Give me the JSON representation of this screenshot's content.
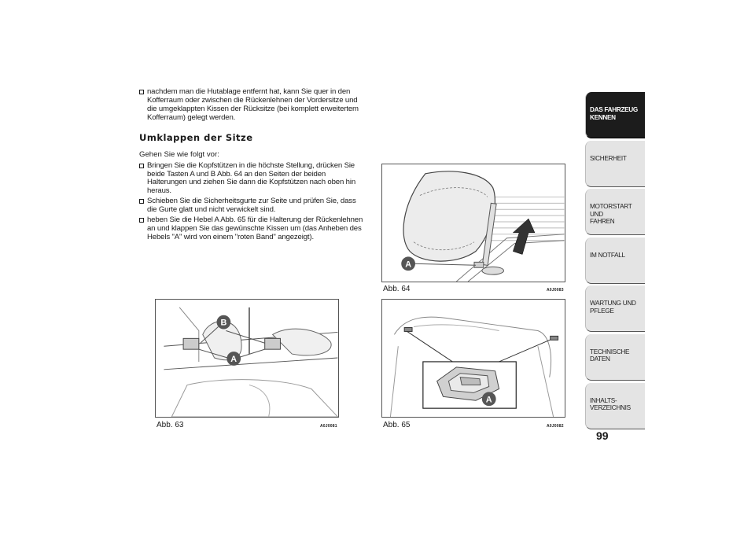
{
  "paragraphs": {
    "bullet_1": "nachdem man die Hutablage entfernt hat, kann Sie quer in den Kofferraum oder zwischen die Rückenlehnen der Vordersitze und die umgeklappten Kissen der Rücksitze (bei komplett erweitertem Kofferraum) gelegt werden.",
    "heading": "Umklappen der Sitze",
    "intro": "Gehen Sie wie folgt vor:",
    "bullet_2": "Bringen Sie die Kopfstützen in die höchste Stellung, drücken Sie beide Tasten A und B Abb. 64 an den Seiten der beiden Halterungen und ziehen Sie dann die Kopfstützen nach oben hin heraus.",
    "bullet_3": "Schieben Sie die Sicherheitsgurte zur Seite und prüfen Sie, dass die Gurte glatt und nicht verwickelt sind.",
    "bullet_4": "heben Sie die Hebel A Abb. 65 für die Halterung der Rückenlehnen an und klappen Sie das gewünschte Kissen um (das Anheben des Hebels \"A\" wird von einem \"roten Band\" angezeigt)."
  },
  "figures": {
    "fig63": {
      "caption": "Abb. 63",
      "code": "A0J0081",
      "label_a": "A",
      "label_b": "B"
    },
    "fig64": {
      "caption": "Abb. 64",
      "code": "A0J0083",
      "label_a": "A"
    },
    "fig65": {
      "caption": "Abb. 65",
      "code": "A0J0082",
      "label_a": "A"
    }
  },
  "sidebar": {
    "tabs": [
      {
        "lines": [
          "DAS FAHRZEUG",
          "KENNEN"
        ],
        "active": true
      },
      {
        "lines": [
          "SICHERHEIT",
          ""
        ],
        "active": false
      },
      {
        "lines": [
          "MOTORSTART UND",
          "FAHREN"
        ],
        "active": false
      },
      {
        "lines": [
          "IM NOTFALL",
          ""
        ],
        "active": false
      },
      {
        "lines": [
          "WARTUNG UND",
          "PFLEGE"
        ],
        "active": false
      },
      {
        "lines": [
          "TECHNISCHE DATEN",
          ""
        ],
        "active": false
      },
      {
        "lines": [
          "INHALTS-",
          "VERZEICHNIS"
        ],
        "active": false
      }
    ]
  },
  "page_number": "99",
  "colors": {
    "active_tab": "#1c1c1c",
    "inactive_tab": "#e4e4e4",
    "label_badge": "#555555"
  }
}
